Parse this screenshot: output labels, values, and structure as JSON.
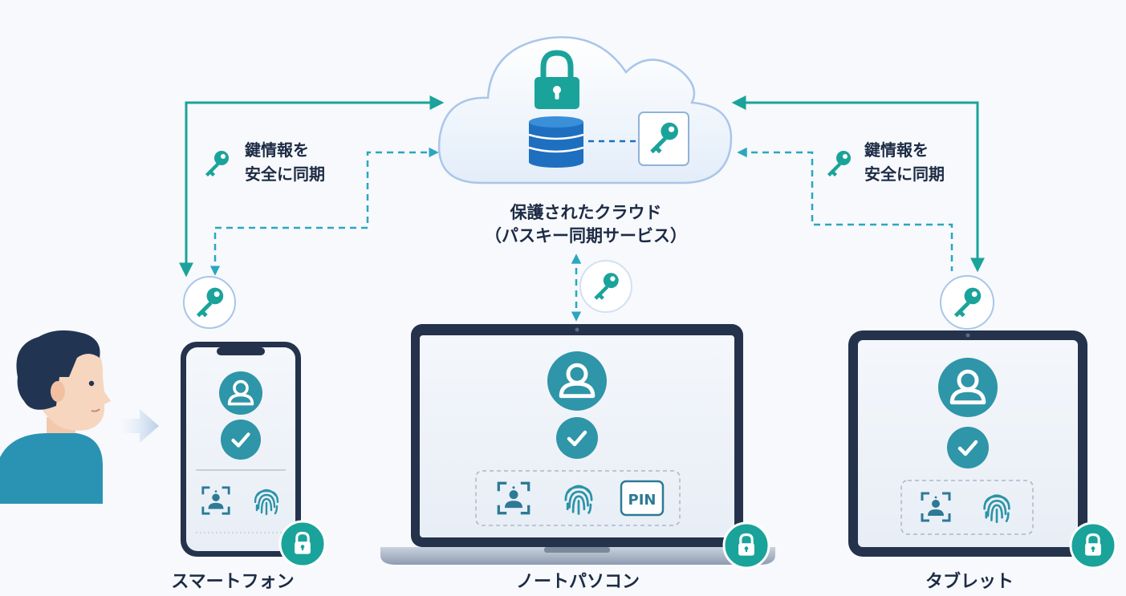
{
  "cloud": {
    "title_line1": "保護されたクラウド",
    "title_line2": "（パスキー同期サービス）"
  },
  "sync_left": {
    "line1": "鍵情報を",
    "line2": "安全に同期"
  },
  "sync_right": {
    "line1": "鍵情報を",
    "line2": "安全に同期"
  },
  "devices": {
    "smartphone": {
      "label": "スマートフォン"
    },
    "laptop": {
      "label": "ノートパソコン",
      "pin_label": "PIN"
    },
    "tablet": {
      "label": "タブレット"
    }
  },
  "colors": {
    "teal": "#1aa39a",
    "avatar": "#2f95a8",
    "cloud_stroke": "#a9c6ea",
    "device_frame": "#25324c"
  },
  "icons": [
    "lock-icon",
    "database-icon",
    "key-icon",
    "user-icon",
    "check-icon",
    "face-scan-icon",
    "fingerprint-icon",
    "pin-icon"
  ]
}
